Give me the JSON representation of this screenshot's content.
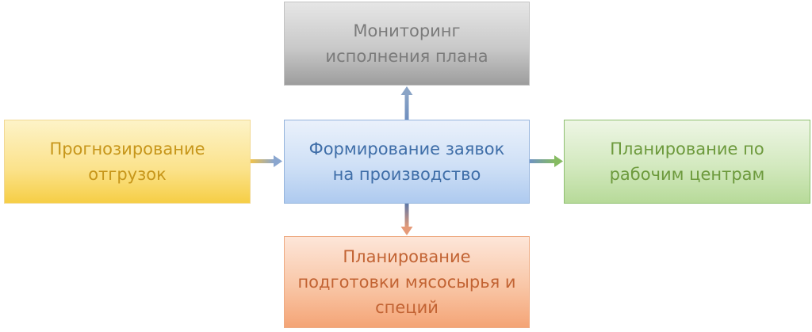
{
  "diagram": {
    "nodes": {
      "monitoring": "Мониторинг\nисполнения плана",
      "forecast": "Прогнозирование\nотгрузок",
      "orders": "Формирование заявок\nна производство",
      "workcenters": "Планирование по\nрабочим центрам",
      "rawmaterials": "Планирование\nподготовки мясосырья и\nспеций"
    },
    "edges": [
      {
        "from": "forecast",
        "to": "orders"
      },
      {
        "from": "orders",
        "to": "monitoring"
      },
      {
        "from": "orders",
        "to": "workcenters"
      },
      {
        "from": "orders",
        "to": "rawmaterials"
      }
    ],
    "colors": {
      "monitoring": "#9d9d9d",
      "forecast": "#f6ce45",
      "orders": "#aecaef",
      "workcenters": "#b7da99",
      "rawmaterials": "#f4a476"
    }
  }
}
